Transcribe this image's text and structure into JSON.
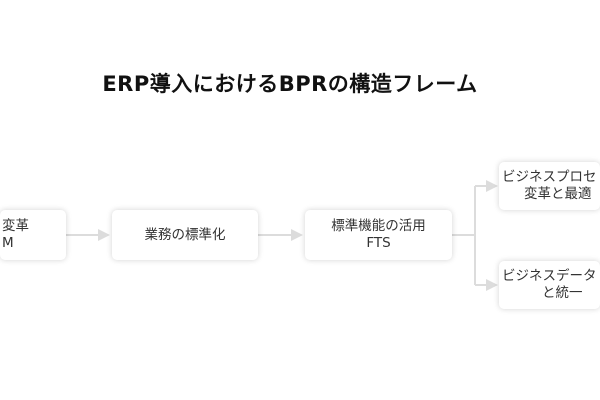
{
  "title": "ERP導入におけるBPRの構造フレーム",
  "nodes": [
    {
      "lines": [
        "変革",
        "M"
      ]
    },
    {
      "lines": [
        "業務の標準化"
      ]
    },
    {
      "lines": [
        "標準機能の活用",
        "FTS"
      ]
    },
    {
      "lines": [
        "ビジネスプロセ",
        "変革と最適"
      ]
    },
    {
      "lines": [
        "ビジネスデータ",
        "と統一"
      ]
    }
  ],
  "colors": {
    "edge": "#d9d9d9",
    "text": "#333333"
  }
}
